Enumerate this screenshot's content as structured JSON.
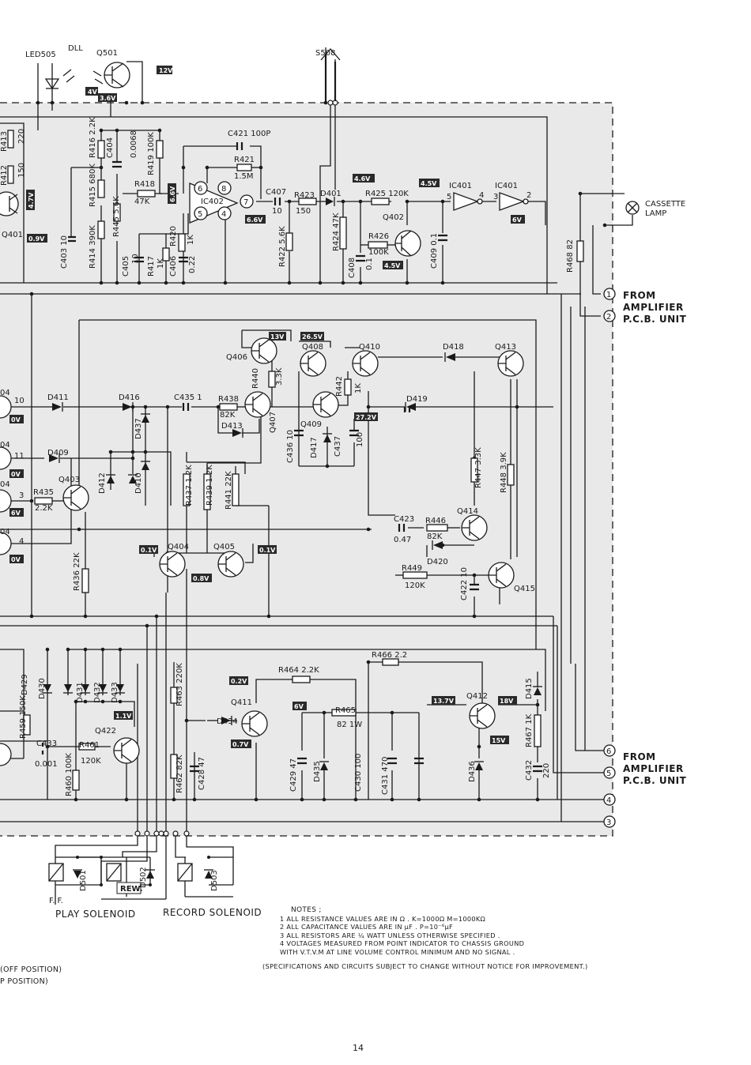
{
  "page_number": "14",
  "left_edge_notes": [
    "(OFF POSITION)",
    "P POSITION)"
  ],
  "connectors": {
    "cassette_lamp": "CASSETTE LAMP",
    "from_amplifier_top": "FROM AMPLIFIER P.C.B. UNIT",
    "from_amplifier_bottom": "FROM AMPLIFIER P.C.B. UNIT"
  },
  "solenoids": {
    "play": "PLAY SOLENOID",
    "record": "RECORD SOLENOID",
    "ff": "F. F.",
    "rew": "REW."
  },
  "notes": {
    "title": "NOTES ;",
    "lines": [
      "1  ALL RESISTANCE VALUES ARE IN Ω .  K=1000Ω M=1000KΩ",
      "2  ALL CAPACITANCE VALUES ARE IN µF .  P=10⁻⁶µF",
      "3  ALL RESISTORS ARE ¼ WATT UNLESS OTHERWISE SPECIFIED .",
      "4  VOLTAGES MEASURED FROM POINT INDICATOR TO CHASSIS GROUND",
      "    WITH V.T.V.M AT LINE VOLUME CONTROL MINIMUM AND NO SIGNAL ."
    ],
    "disclaimer": "(SPECIFICATIONS AND CIRCUITS SUBJECT TO CHANGE WITHOUT NOTICE FOR IMPROVEMENT.)"
  },
  "voltage_tags": {
    "q501_b": "4V",
    "q501_c": "12V",
    "q501_e": "3.6V",
    "q401_b": "4.7V",
    "q401_e": "0.9V",
    "ic402_in": "6.6V",
    "ic402_out": "6.6V",
    "d401": "4.6V",
    "q402_c": "4.5V",
    "q402_e": "4.5V",
    "ic401": "6V",
    "q406": "13V",
    "q408": "26.5V",
    "q409": "27.2V",
    "d411": "0V",
    "d409": "0V",
    "q403": "6V",
    "r435": "0V",
    "q404": "0.1V",
    "q404_e": "0.8V",
    "q405": "0.1V",
    "q411_c": "0.2V",
    "q422": "1.1V",
    "q411_e": "0.7V",
    "r465": "6V",
    "q412_l": "13.7V",
    "q412_r": "18V",
    "q412_e": "15V"
  },
  "labels": {
    "led505": "LED505",
    "dll": "DLL",
    "q501": "Q501",
    "s508": "S508",
    "r413": "R413",
    "r413v": "220",
    "r412": "R412",
    "r412v": "150",
    "q401": "Q401",
    "r416": "R416 2.2K",
    "c404": "C404",
    "c404v": "0.0068",
    "r419": "R419 100K",
    "r415": "R415 680K",
    "r445": "R445 5.6K",
    "r414": "R414 390K",
    "c403": "C403 10",
    "r418": "R418",
    "r418v": "47K",
    "c421": "C421 100P",
    "r421": "R421",
    "r421v": "1.5M",
    "ic402": "IC402",
    "p6": "6",
    "p8": "8",
    "p7": "7",
    "p5": "5",
    "p4": "4",
    "c405": "C405",
    "c405v": "10",
    "r417": "R417",
    "r417v": "1K",
    "c406": "C406",
    "c406v": "0.22",
    "r420": "R420",
    "r420v": "1K",
    "c407": "C407",
    "c407v": "10",
    "r423": "R423",
    "r423v": "150",
    "r422": "R422 5.6K",
    "d401": "D401",
    "r424": "R424 47K",
    "r425": "R425 120K",
    "q402": "Q402",
    "r426": "R426",
    "r426v": "100K",
    "c408": "C408",
    "c408v": "0.1",
    "c409": "C409 0.1",
    "ic401a": "IC401",
    "ic401b": "IC401",
    "ic5": "5",
    "ic4": "4",
    "ic3": "3",
    "ic2": "2",
    "r468": "R468 82",
    "q406": "Q406",
    "q408": "Q408",
    "q410": "Q410",
    "d418": "D418",
    "q413": "Q413",
    "r440": "R440",
    "r440v": "3.3K",
    "r442": "R442",
    "r442v": "1K",
    "d419": "D419",
    "q404l": "Q404",
    "q404l10": "10",
    "d411": "D411",
    "d416": "D416",
    "c435": "C435 1",
    "r438": "R438",
    "r438v": "82K",
    "q407": "Q407",
    "d413": "D413",
    "q409": "Q409",
    "c436": "C436 10",
    "d417": "D417",
    "c437": "C437",
    "c437v": "100",
    "d437": "D437",
    "d409": "D409",
    "d412": "D412",
    "d410": "D410",
    "q403": "Q403",
    "r435": "R435",
    "r435v": "2.2K",
    "r437": "R437 1.2K",
    "r439": "R439 1.2K",
    "r441": "R441 22K",
    "r447": "R447 3.3K",
    "r448": "R448 3.9K",
    "c423": "C423",
    "c423v": "0.47",
    "r446": "R446",
    "r446v": "82K",
    "q414": "Q414",
    "d420": "D420",
    "r449": "R449",
    "r449v": "120K",
    "c422": "C422 10",
    "q415": "Q415",
    "q404b": "Q404",
    "q405": "Q405",
    "r436": "R436 22K",
    "pin3": "3",
    "pin4": "4",
    "pin11": "11",
    "pin10": "10",
    "r466": "R466 2.2",
    "r464": "R464 2.2K",
    "q411": "Q411",
    "r463": "R463 220K",
    "d434": "D434",
    "q412": "Q412",
    "d415": "D415",
    "r465": "R465",
    "r465v": "82 1W",
    "r467": "R467 1K",
    "d436": "D436",
    "c432": "C432",
    "c432v": "220",
    "c429": "C429 47",
    "d435": "D435",
    "c430": "C430 100",
    "c431": "C431 470",
    "r462": "R462 82K",
    "c428": "C428 47",
    "d429": "D429",
    "d430": "D430",
    "d431": "D431",
    "d432": "D432",
    "d433": "D433",
    "r459": "R459 150K",
    "c433": "C433",
    "c433v": "0.001",
    "r461": "R461",
    "r461v": "120K",
    "q422": "Q422",
    "r460": "R460 100K",
    "d501": "D501",
    "d502": "D502",
    "d503": "D503",
    "n1": "1",
    "n2": "2",
    "n3": "3",
    "n4": "4",
    "n5": "5",
    "n6": "6",
    "n04a": "04",
    "n04b": "04",
    "n04c": "04",
    "n04d": "04"
  }
}
